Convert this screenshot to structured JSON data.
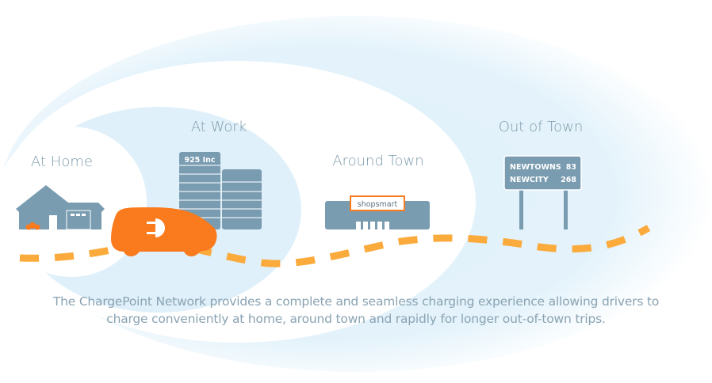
{
  "zones": [
    {
      "id": "home",
      "label": "At Home"
    },
    {
      "id": "work",
      "label": "At Work"
    },
    {
      "id": "town",
      "label": "Around Town"
    },
    {
      "id": "out",
      "label": "Out of Town"
    }
  ],
  "office": {
    "sign": "925 Inc"
  },
  "store": {
    "sign": "shopsmart"
  },
  "road_sign": {
    "rows": [
      {
        "place": "NEWTOWNS",
        "distance": "83"
      },
      {
        "place": "NEWCITY",
        "distance": "268"
      }
    ]
  },
  "caption": {
    "line1": "The ChargePoint Network provides a complete and seamless charging experience allowing drivers to",
    "line2": "charge conveniently at home, around town and rapidly for longer out-of-town trips."
  },
  "colors": {
    "accent_orange": "#fa7a1e",
    "road_dash": "#fbaa3c",
    "building_slate": "#7a9cb0",
    "sky_blue": "#dff0fa",
    "label_gray": "#7f9bab"
  }
}
